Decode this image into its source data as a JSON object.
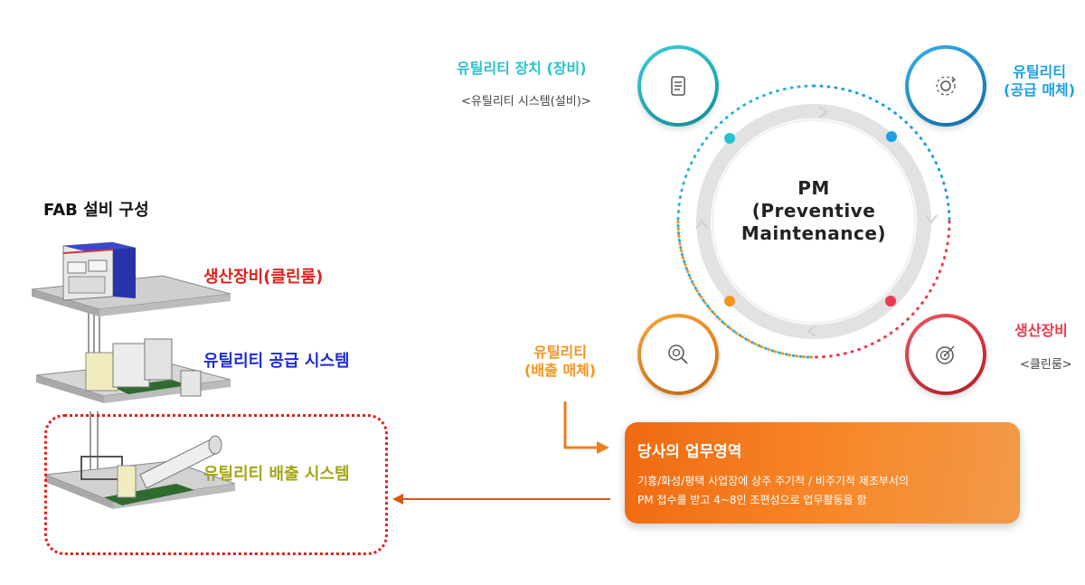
{
  "fab": {
    "title": "FAB 설비 구성",
    "production_label": "생산장비(클린룸)",
    "supply_label": "유틸리티 공급 시스템",
    "exhaust_label": "유틸리티 배출 시스템"
  },
  "cycle": {
    "center_line1": "PM",
    "center_line2": "(Preventive",
    "center_line3": "Maintenance)",
    "nodes": [
      {
        "title": "유틸리티 장치 (장비)",
        "subtitle": "<유틸리티 시스템(설비)>",
        "color": "#26c3cf",
        "icon": "document-icon"
      },
      {
        "title_line1": "유틸리티",
        "title_line2": "(공급 매체)",
        "color": "#1d9fe3",
        "icon": "gear-cycle-icon"
      },
      {
        "title_line1": "유틸리티",
        "title_line2": "(배출 매체)",
        "color": "#f5941e",
        "icon": "search-target-icon"
      },
      {
        "title": "생산장비",
        "subtitle": "<클린룸>",
        "color": "#eb3a4a",
        "icon": "target-icon"
      }
    ]
  },
  "business": {
    "title": "당사의 업무영역",
    "desc_line1": "기흥/화성/평택 사업장에 상주 주기적 / 비주기적  제조부서의",
    "desc_line2": "PM 접수를 받고  4~8인 조편성으로 업무활동을 함"
  },
  "colors": {
    "production": "#e0201c",
    "supply": "#1f2bd6",
    "exhaust": "#a6a418",
    "arrow": "#f07d18",
    "back_arrow": "#d35a17"
  }
}
